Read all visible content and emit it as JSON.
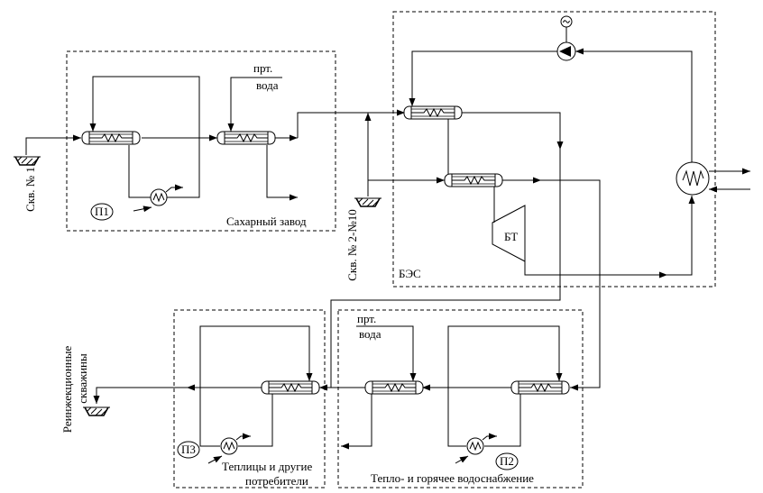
{
  "wells": {
    "well1": "Скв. № 1",
    "well2": "Скв. № 2-№10",
    "reinjection_1": "Реинжекционные",
    "reinjection_2": "скважины"
  },
  "sugar_factory": {
    "title": "Сахарный завод",
    "pump": "П1",
    "feed_1": "прт.",
    "feed_2": "вода"
  },
  "bes": {
    "title": "БЭС",
    "turbine": "БТ"
  },
  "greenhouses": {
    "title_1": "Теплицы и другие",
    "title_2": "потребители",
    "pump": "П3"
  },
  "heating": {
    "title": "Тепло- и горячее водоснабжение",
    "pump": "П2",
    "feed_1": "прт.",
    "feed_2": "вода"
  }
}
